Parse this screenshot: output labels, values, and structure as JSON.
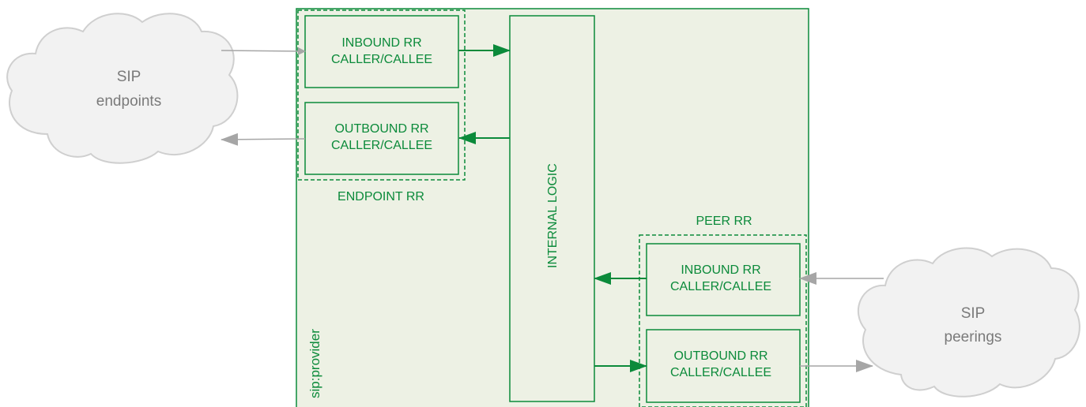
{
  "provider": {
    "label": "sip:provider"
  },
  "internal_logic": {
    "label": "INTERNAL LOGIC"
  },
  "endpoint_rr": {
    "label": "ENDPOINT RR",
    "inbound": {
      "line1": "INBOUND RR",
      "line2": "CALLER/CALLEE"
    },
    "outbound": {
      "line1": "OUTBOUND RR",
      "line2": "CALLER/CALLEE"
    }
  },
  "peer_rr": {
    "label": "PEER RR",
    "inbound": {
      "line1": "INBOUND RR",
      "line2": "CALLER/CALLEE"
    },
    "outbound": {
      "line1": "OUTBOUND RR",
      "line2": "CALLER/CALLEE"
    }
  },
  "cloud_endpoints": {
    "line1": "SIP",
    "line2": "endpoints"
  },
  "cloud_peerings": {
    "line1": "SIP",
    "line2": "peerings"
  },
  "colors": {
    "green": "#0b8a3a",
    "panel_fill": "#edf1e4",
    "cloud_fill": "#f2f2f2",
    "cloud_stroke": "#cfcfcf",
    "gray_arrow": "#a6a6a6"
  }
}
